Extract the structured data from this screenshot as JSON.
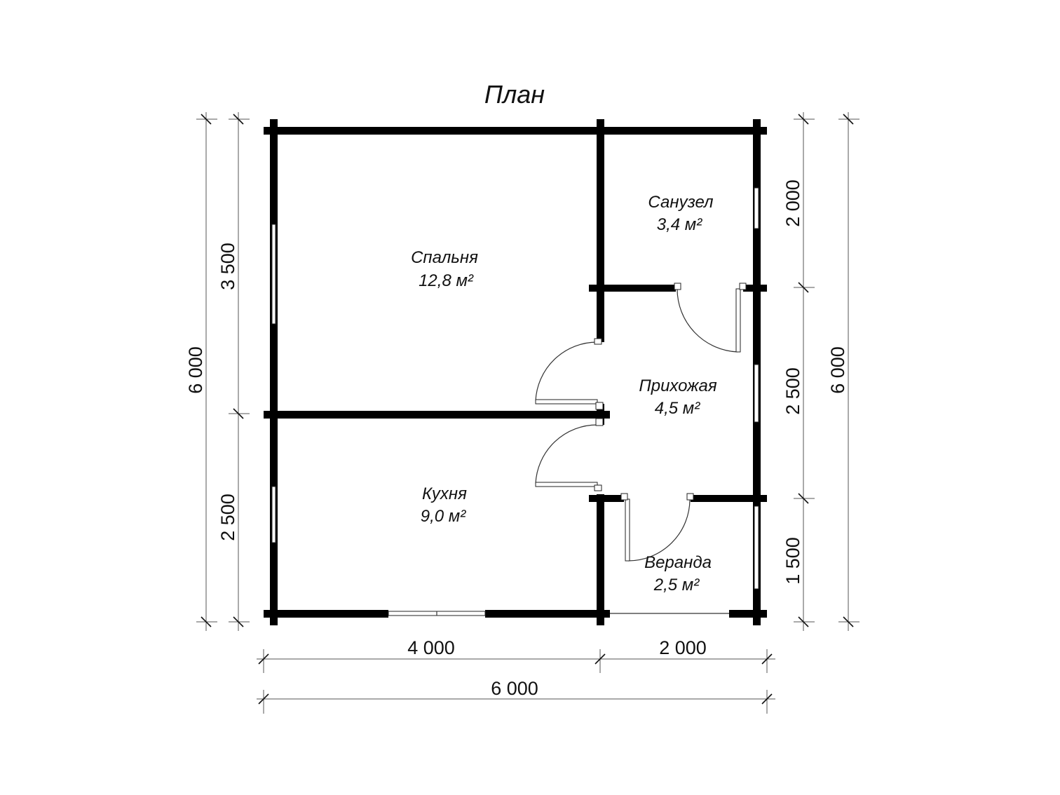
{
  "title": "План",
  "rooms": {
    "bedroom": {
      "name": "Спальня",
      "area": "12,8 м²"
    },
    "bathroom": {
      "name": "Санузел",
      "area": "3,4 м²"
    },
    "hallway": {
      "name": "Прихожая",
      "area": "4,5 м²"
    },
    "kitchen": {
      "name": "Кухня",
      "area": "9,0 м²"
    },
    "veranda": {
      "name": "Веранда",
      "area": "2,5 м²"
    }
  },
  "dimensions": {
    "bottom_left": "4 000",
    "bottom_right": "2 000",
    "bottom_total": "6 000",
    "left_top": "3 500",
    "left_bottom": "2 500",
    "left_total": "6 000",
    "right_top": "2 000",
    "right_middle": "2 500",
    "right_bottom": "1 500",
    "right_total": "6 000"
  },
  "colors": {
    "wall": "#000000",
    "line": "#555555",
    "background": "#ffffff"
  }
}
